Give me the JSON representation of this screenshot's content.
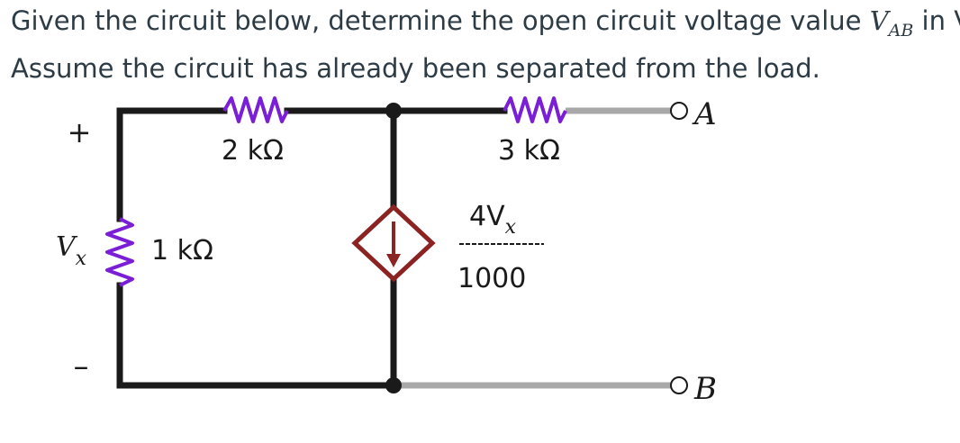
{
  "question": {
    "line1_before": "Given the circuit below, determine the open circuit voltage value ",
    "symbol_main": "V",
    "symbol_sub": "AB",
    "line1_after": " in V.",
    "line2": "Assume the circuit has already been separated from the load."
  },
  "circuit": {
    "plus_sign": "+",
    "minus_sign": "–",
    "vx_main": "V",
    "vx_sub": "x",
    "r1_label": "1 kΩ",
    "r2_label": "2 kΩ",
    "r3_label": "3 kΩ",
    "source_numerator_main": "4V",
    "source_numerator_sub": "x",
    "source_denominator": "1000",
    "terminal_a": "A",
    "terminal_b": "B",
    "colors": {
      "wire": "#1a1a1a",
      "resistor": "#7a1fd6",
      "source": "#8b2323",
      "lead": "#a8a8a8"
    }
  }
}
